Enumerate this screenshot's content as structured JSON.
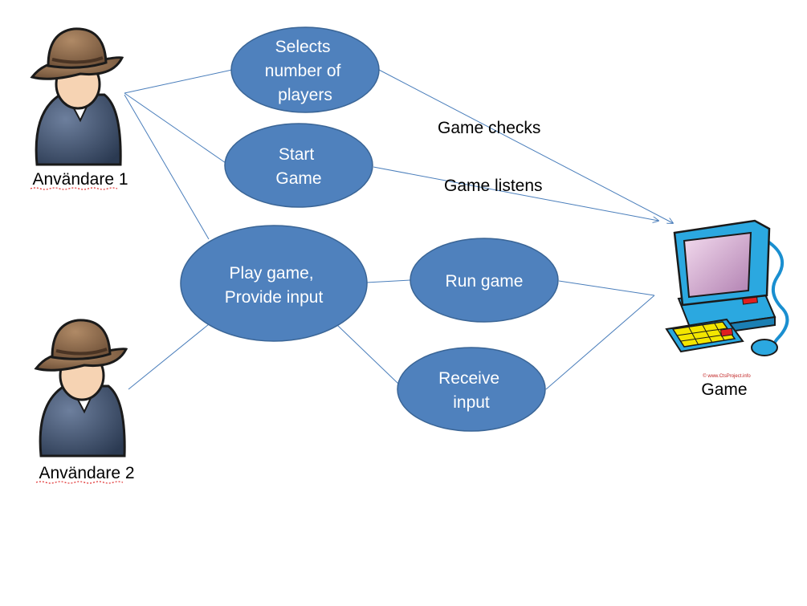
{
  "actors": [
    {
      "id": "user1",
      "label": "Användare 1"
    },
    {
      "id": "user2",
      "label": "Användare 2"
    }
  ],
  "system": {
    "label": "Game",
    "copyright": "© www.CtsProject.info"
  },
  "use_cases": [
    {
      "id": "select-players",
      "lines": [
        "Selects",
        "number of",
        "players"
      ]
    },
    {
      "id": "start-game",
      "lines": [
        "Start",
        "Game"
      ]
    },
    {
      "id": "play-game",
      "lines": [
        "Play game,",
        "Provide input"
      ]
    },
    {
      "id": "run-game",
      "lines": [
        "Run game"
      ]
    },
    {
      "id": "receive-input",
      "lines": [
        "Receive",
        "input"
      ]
    }
  ],
  "edge_labels": {
    "game_checks": "Game checks",
    "game_listens": "Game listens"
  },
  "colors": {
    "use_case_fill": "#4f81bd",
    "use_case_stroke": "#3a6596",
    "connector": "#4a7ebb",
    "hat": "#8b6a4e",
    "body": "#3c4d68",
    "monitor": "#29a8e0",
    "keyboard": "#f3e600"
  }
}
